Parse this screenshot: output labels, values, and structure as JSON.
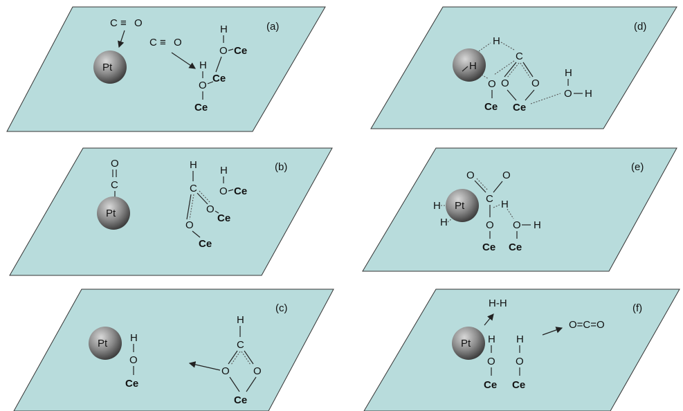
{
  "colors": {
    "plane_fill": "#b8dcdc",
    "plane_stroke": "#333333",
    "sphere_light": "#c8c8c8",
    "sphere_dark": "#4a4a4a"
  },
  "atoms": {
    "pt": "Pt",
    "ce": "Ce",
    "o": "O",
    "c": "C",
    "h": "H",
    "triple": "≡"
  },
  "panels": {
    "a": {
      "label": "(a)"
    },
    "b": {
      "label": "(b)"
    },
    "c": {
      "label": "(c)"
    },
    "d": {
      "label": "(d)"
    },
    "e": {
      "label": "(e)"
    },
    "f": {
      "label": "(f)",
      "h2": "H-H",
      "co2": "O=C=O"
    }
  }
}
